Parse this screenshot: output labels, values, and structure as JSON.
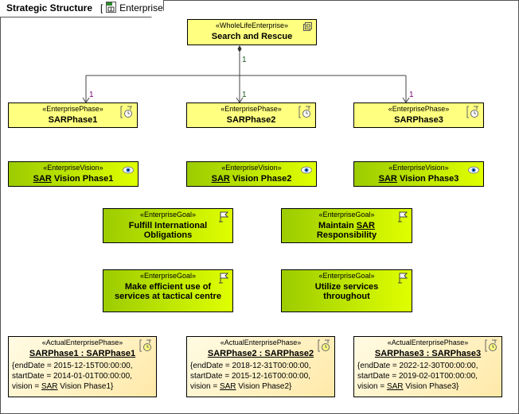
{
  "frame": {
    "title": "Strategic Structure",
    "kind": "Enterprise",
    "kind_icon": "structure-diagram-icon"
  },
  "whole": {
    "stereotype": "«WholeLifeEnterprise»",
    "name": "Search and Rescue",
    "icon": "composite-icon"
  },
  "associations": {
    "source_multiplicity": "1",
    "target_multiplicities": [
      "1",
      "1",
      "1"
    ]
  },
  "phases": [
    {
      "stereotype": "«EnterprisePhase»",
      "name": "SARPhase1"
    },
    {
      "stereotype": "«EnterprisePhase»",
      "name": "SARPhase2"
    },
    {
      "stereotype": "«EnterprisePhase»",
      "name": "SARPhase3"
    }
  ],
  "visions": [
    {
      "stereotype": "«EnterpriseVision»",
      "prefix": "SAR",
      "name": " Vision Phase1"
    },
    {
      "stereotype": "«EnterpriseVision»",
      "prefix": "SAR",
      "name": " Vision Phase2"
    },
    {
      "stereotype": "«EnterpriseVision»",
      "prefix": "SAR",
      "name": " Vision Phase3"
    }
  ],
  "goals": [
    {
      "stereotype": "«EnterpriseGoal»",
      "name": "Fulfill International Obligations"
    },
    {
      "stereotype": "«EnterpriseGoal»",
      "name_pre": "Maintain ",
      "name_link": "SAR",
      "name_post": " Responsibility"
    },
    {
      "stereotype": "«EnterpriseGoal»",
      "name": "Make efficient use of services at tactical centre"
    },
    {
      "stereotype": "«EnterpriseGoal»",
      "name": "Utilize services throughout"
    }
  ],
  "actuals": [
    {
      "stereotype": "«ActualEnterprisePhase»",
      "name": "SARPhase1 : SARPhase1",
      "end": "{endDate = 2015-12-15T00:00:00,",
      "start": "startDate = 2014-01-01T00:00:00,",
      "vision_pre": "vision = ",
      "vision_link": "SAR",
      "vision_post": " Vision Phase1}"
    },
    {
      "stereotype": "«ActualEnterprisePhase»",
      "name": "SARPhase2 : SARPhase2",
      "end": "{endDate = 2018-12-31T00:00:00,",
      "start": "startDate = 2015-12-16T00:00:00,",
      "vision_pre": "vision = ",
      "vision_link": "SAR",
      "vision_post": " Vision Phase2}"
    },
    {
      "stereotype": "«ActualEnterprisePhase»",
      "name": "SARPhase3 : SARPhase3",
      "end": "{endDate = 2022-12-30T00:00:00,",
      "start": "startDate = 2019-02-01T00:00:00,",
      "vision_pre": "vision = ",
      "vision_link": "SAR",
      "vision_post": " Vision Phase3}"
    }
  ]
}
